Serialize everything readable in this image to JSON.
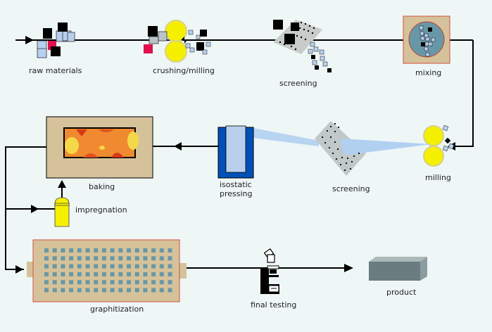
{
  "title": "Graphite manufacturing process",
  "steps": {
    "raw_materials": "raw materials",
    "crushing_milling": "crushing/milling",
    "screening_1": "screening",
    "mixing": "mixing",
    "milling": "milling",
    "screening_2": "screening",
    "isostatic_pressing_1": "isostatic",
    "isostatic_pressing_2": "pressing",
    "baking": "baking",
    "impregnation": "impregnation",
    "graphitization": "graphitization",
    "final_testing": "final testing",
    "product": "product"
  },
  "colors": {
    "background": "#eef6f6",
    "line": "#000000",
    "light_blue": "#b8d0ee",
    "magenta": "#e0104c",
    "yellow": "#f4f000",
    "tan": "#d6c29a",
    "press_blue": "#0050b8",
    "gray_block": "#6a7c80"
  }
}
